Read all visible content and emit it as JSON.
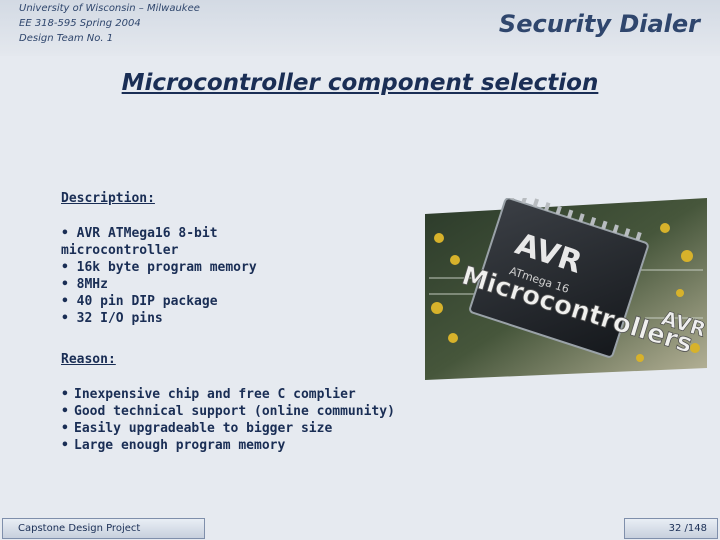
{
  "header": {
    "line1": "University of Wisconsin – Milwaukee",
    "line2": "EE 318-595 Spring 2004",
    "line3": "Design Team No. 1",
    "title": "Security Dialer"
  },
  "slide_title": "Microcontroller component selection",
  "description": {
    "heading": "Description:",
    "items": [
      "• AVR ATMega16 8-bit microcontroller",
      "• 16k byte program memory",
      "• 8MHz",
      "• 40 pin DIP package",
      "• 32 I/O pins"
    ]
  },
  "reason": {
    "heading": "Reason:",
    "items": [
      "Inexpensive chip and free C complier",
      "Good technical support (online community)",
      "Easily upgradeable to bigger size",
      "Large enough program memory"
    ]
  },
  "image": {
    "chip_brand": "AVR",
    "chip_model": "ATmega 16",
    "banner": "Microcontrollers",
    "corner_label": "AVR"
  },
  "footer": {
    "left": "Capstone Design Project",
    "right": "32 /148"
  }
}
